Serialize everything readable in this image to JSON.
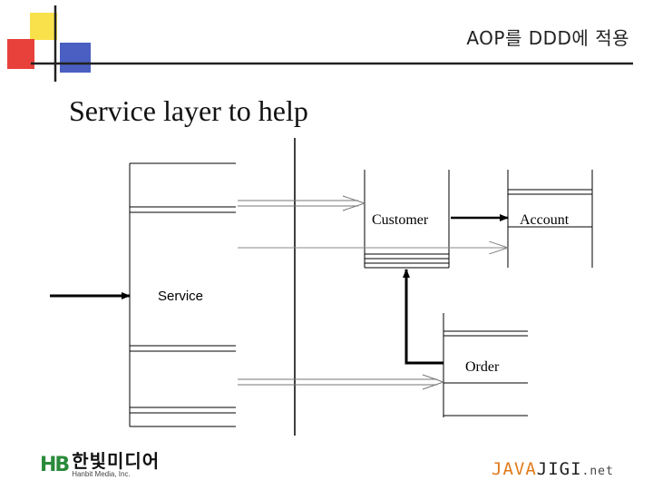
{
  "header": {
    "title": "AOP를 DDD에 적용"
  },
  "slide": {
    "title": "Service layer to help"
  },
  "diagram": {
    "service_label": "Service",
    "customer_label": "Customer",
    "account_label": "Account",
    "order_label": "Order"
  },
  "footer": {
    "publisher_mark": "HB",
    "publisher_korean": "한빛미디어",
    "publisher_english": "Hanbit Media, Inc.",
    "site_part1": "JAVA",
    "site_part2": "JIGI",
    "site_part3": ".net"
  },
  "colors": {
    "logo_yellow": "#f9e14b",
    "logo_red": "#e8413c",
    "logo_blue": "#4a5fc1",
    "logo_line": "#222222",
    "site_orange": "#e07a1a"
  }
}
